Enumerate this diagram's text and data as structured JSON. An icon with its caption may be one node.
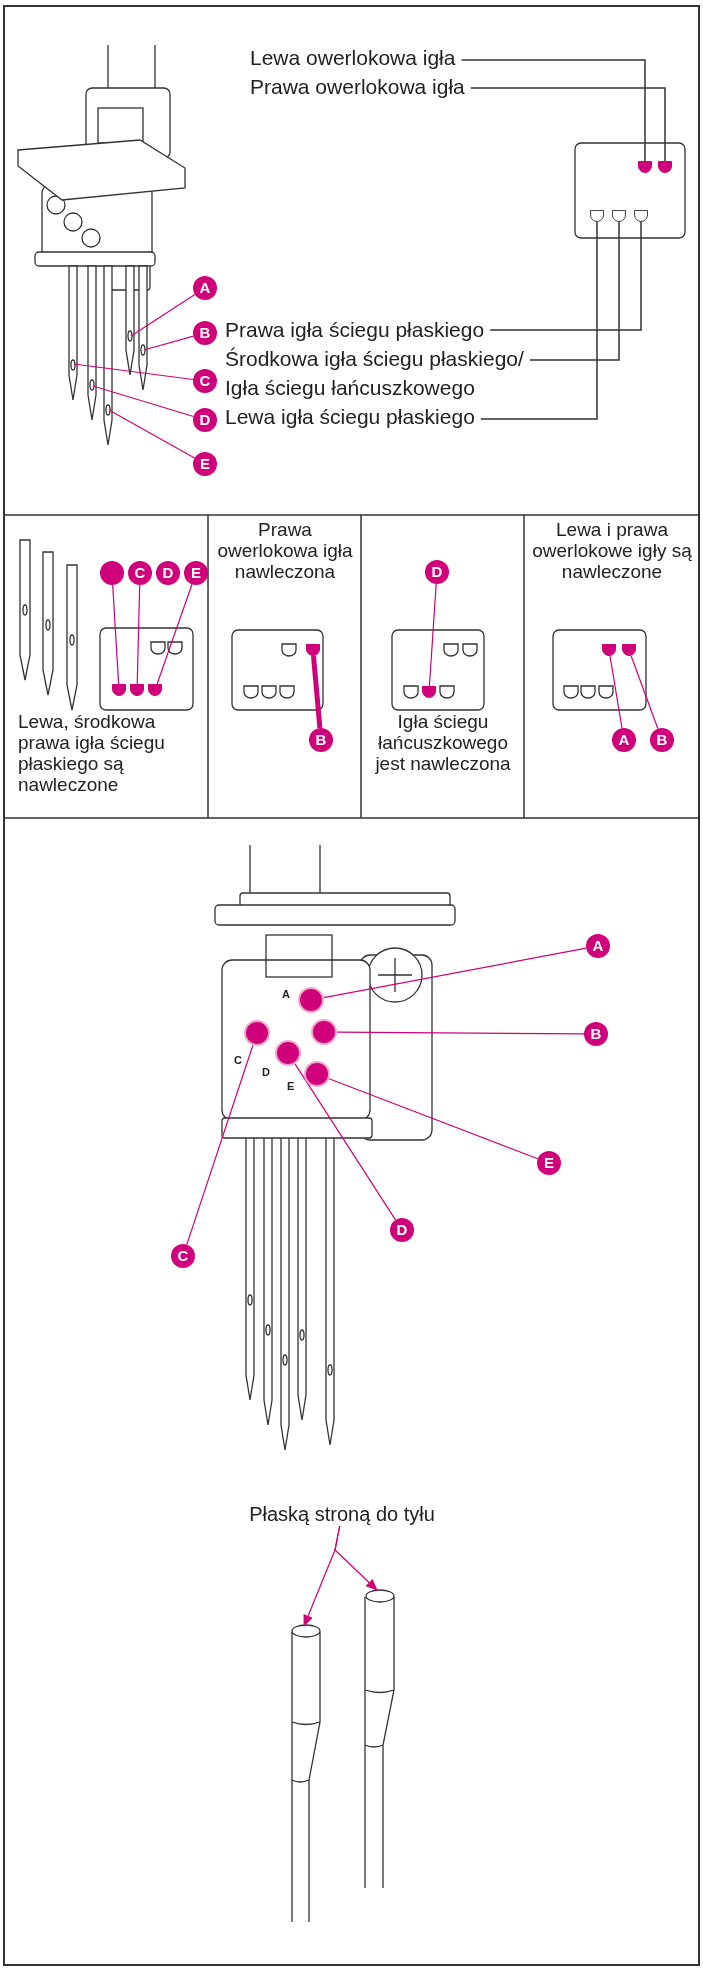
{
  "diagram": {
    "nodes": [
      {
        "text": [
          "Lewa owerlokowa igła"
        ]
      },
      {
        "text": [
          "Prawa owerlokowa igła"
        ]
      },
      {
        "text": [],
        "shape": "circle"
      },
      {
        "text": [],
        "shape": "circle"
      },
      {
        "text": [],
        "shape": "circle"
      },
      {
        "text": [],
        "shape": "circle"
      },
      {
        "text": [],
        "shape": "circle"
      },
      {
        "text": [
          "Prawa igła ściegu płaskiego"
        ]
      },
      {
        "text": [
          "Środkowa igła ściegu płaskiego/"
        ]
      },
      {
        "text": [
          "Igła ściegu łańcuszkowego"
        ]
      },
      {
        "text": [
          "Lewa igła ściegu płaskiego"
        ]
      },
      {
        "text": [
          "A"
        ]
      },
      {
        "text": [
          "B"
        ]
      },
      {
        "text": [
          "C"
        ]
      },
      {
        "text": [
          "D"
        ]
      },
      {
        "text": [
          "E"
        ]
      },
      {
        "text": [],
        "shape": "circle"
      },
      {
        "text": [
          "C"
        ]
      },
      {
        "text": [
          "D"
        ]
      },
      {
        "text": [
          "E"
        ]
      },
      {
        "text": [],
        "shape": "circle"
      },
      {
        "text": [],
        "shape": "circle"
      },
      {
        "text": [],
        "shape": "circle"
      },
      {
        "text": [],
        "shape": "circle"
      },
      {
        "text": [
          "B"
        ]
      },
      {
        "text": [
          "D"
        ]
      },
      {
        "text": [],
        "shape": "circle"
      },
      {
        "text": [],
        "shape": "circle"
      },
      {
        "text": [],
        "shape": "circle"
      },
      {
        "text": [
          "A"
        ]
      },
      {
        "text": [
          "B"
        ]
      },
      {
        "text": [],
        "shape": "circle"
      },
      {
        "text": [],
        "shape": "circle"
      },
      {
        "text": [],
        "shape": "circle"
      },
      {
        "text": [],
        "shape": "circle"
      },
      {
        "text": [],
        "shape": "circle"
      },
      {
        "text": [
          "A"
        ]
      },
      {
        "text": [
          "B"
        ]
      },
      {
        "text": [
          "E"
        ]
      },
      {
        "text": [
          "D"
        ]
      },
      {
        "text": [
          "C"
        ]
      },
      {
        "text": [
          "Płaską stroną do tyłu"
        ]
      }
    ],
    "edges": [
      {
        "from": 0,
        "to": 2,
        "arrow": "none",
        "color": "#333333"
      },
      {
        "from": 1,
        "to": 3,
        "arrow": "none",
        "color": "#333333"
      },
      {
        "from": 7,
        "to": 6,
        "arrow": "none",
        "color": "#333333"
      },
      {
        "from": 8,
        "to": 5,
        "arrow": "none",
        "color": "#333333"
      },
      {
        "from": 10,
        "to": 4,
        "arrow": "none",
        "color": "#333333"
      },
      {
        "from": 11,
        "to": null,
        "arrow": "none"
      },
      {
        "from": 12,
        "to": null,
        "arrow": "none"
      },
      {
        "from": 13,
        "to": null,
        "arrow": "none"
      },
      {
        "from": 14,
        "to": null,
        "arrow": "none"
      },
      {
        "from": 15,
        "to": null,
        "arrow": "none"
      },
      {
        "from": 16,
        "to": 20,
        "arrow": "none"
      },
      {
        "from": 17,
        "to": 21,
        "arrow": "none"
      },
      {
        "from": 19,
        "to": 22,
        "arrow": "none"
      },
      {
        "from": 23,
        "to": 24,
        "arrow": "none",
        "style": "thick"
      },
      {
        "from": 25,
        "to": 26,
        "arrow": "none"
      },
      {
        "from": 27,
        "to": 29,
        "arrow": "none"
      },
      {
        "from": 28,
        "to": 30,
        "arrow": "none"
      },
      {
        "from": 36,
        "to": 31,
        "arrow": "none"
      },
      {
        "from": 37,
        "to": 33,
        "arrow": "none"
      },
      {
        "from": 38,
        "to": 35,
        "arrow": "none"
      },
      {
        "from": 39,
        "to": 34,
        "arrow": "none"
      },
      {
        "from": 40,
        "to": 32,
        "arrow": "none"
      },
      {
        "from": 41,
        "to": null,
        "arrow": "to"
      },
      {
        "from": 41,
        "to": null,
        "arrow": "to"
      }
    ],
    "labels": [
      "Prawa owerlokowa igła nawleczona",
      "Lewa i prawa owerlokowe igły są nawleczone",
      "Lewa, środkowa prawa igła ściegu płaskiego są nawleczone",
      "Igła ściegu łańcuszkowego jest nawleczona",
      "A",
      "C",
      "D",
      "E"
    ]
  }
}
